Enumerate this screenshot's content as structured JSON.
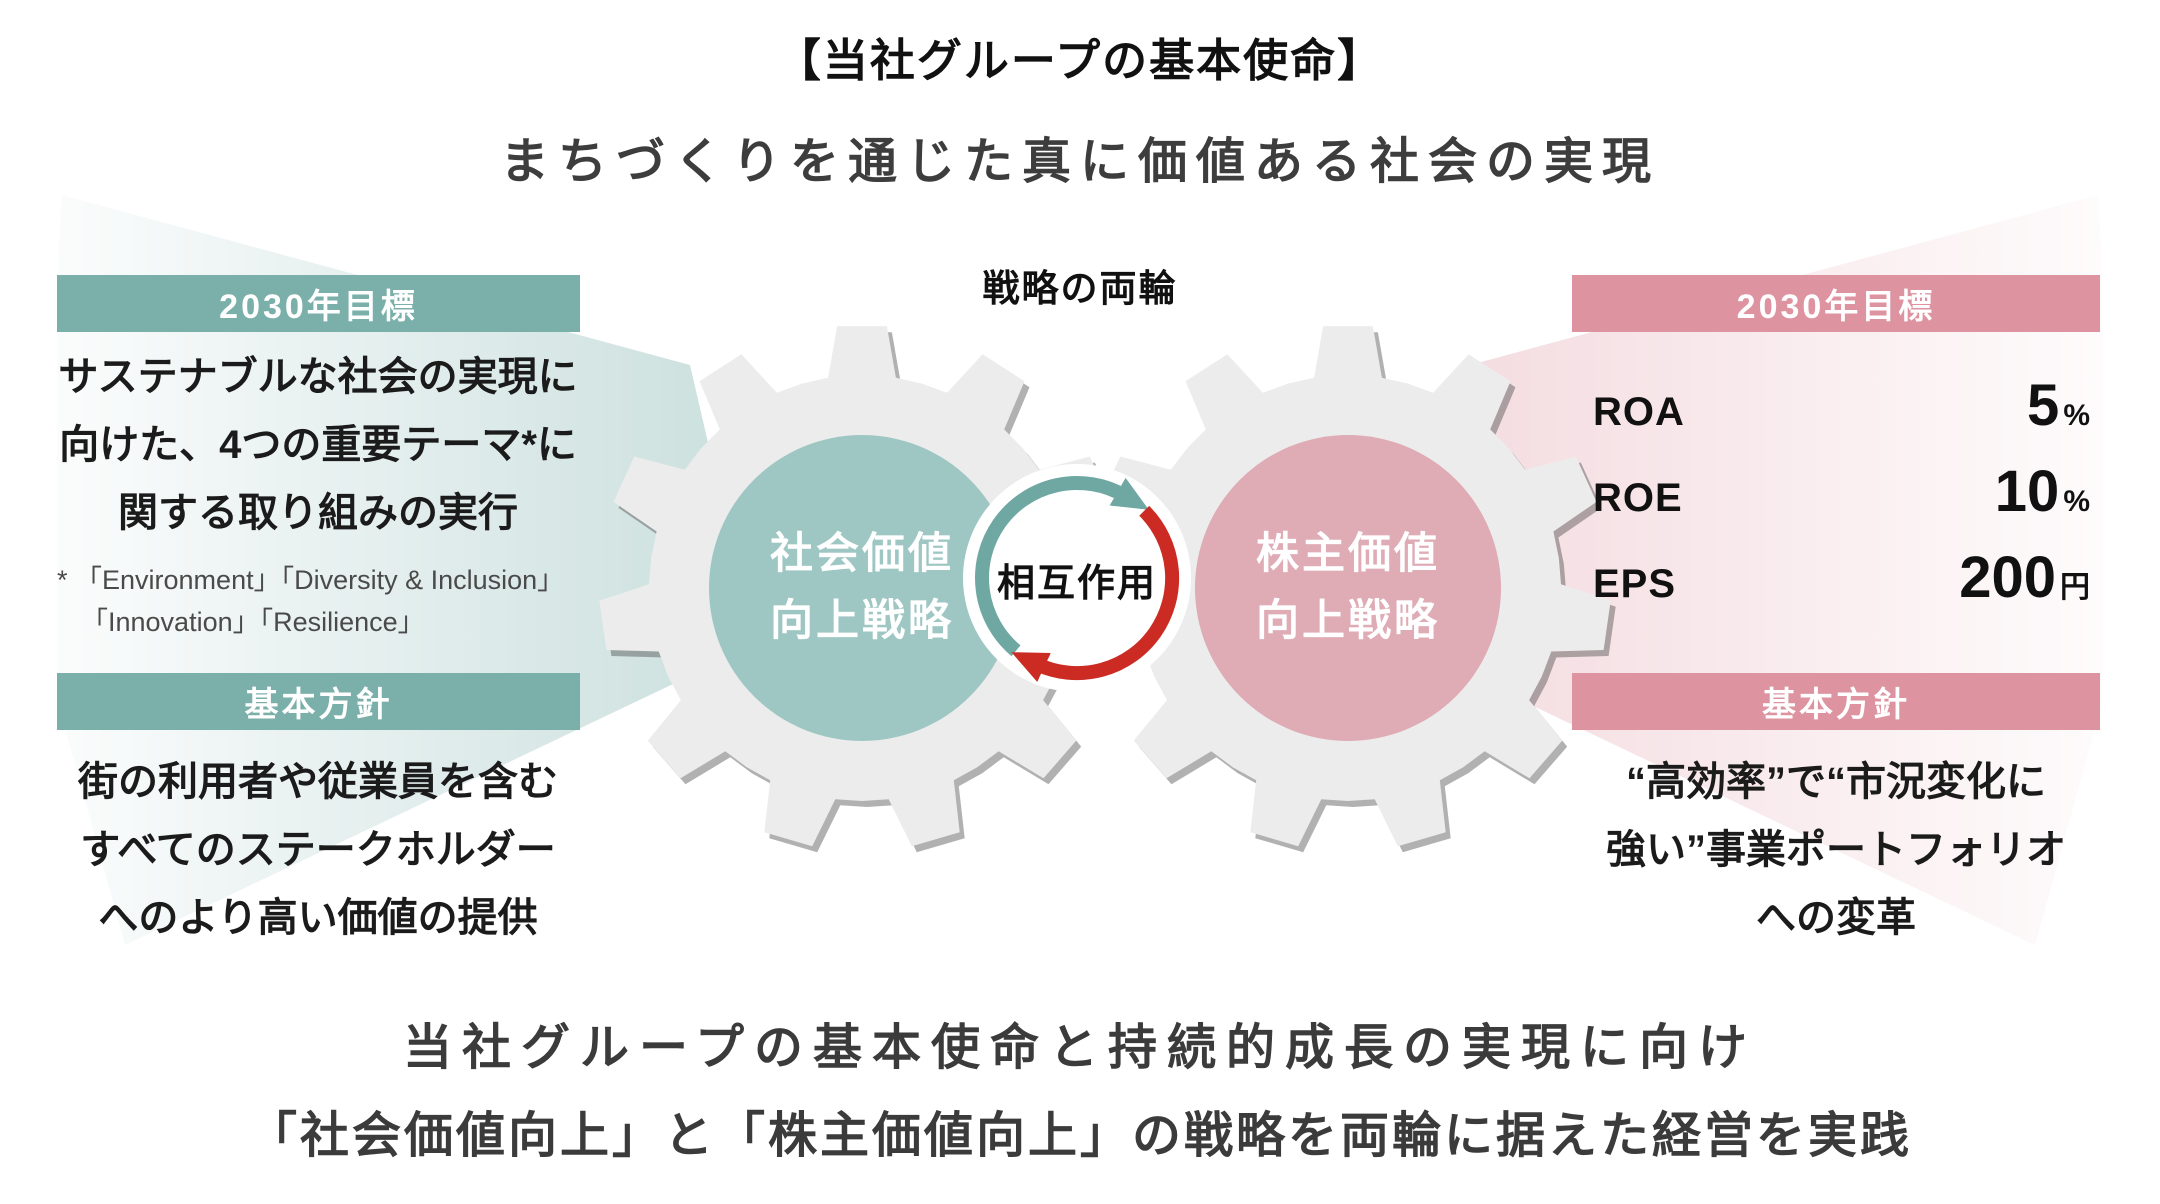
{
  "title": "【当社グループの基本使命】",
  "subtitle": "まちづくりを通じた真に価値ある社会の実現",
  "center": {
    "wheel_label": "戦略の両輪",
    "left_gear": {
      "line1": "社会価値",
      "line2": "向上戦略"
    },
    "right_gear": {
      "line1": "株主価値",
      "line2": "向上戦略"
    },
    "interaction_label": "相互作用"
  },
  "left_panel": {
    "goal_header": "2030年目標",
    "goal_body": {
      "line1": "サステナブルな社会の実現に",
      "line2": "向けた、4つの重要テーマ*に",
      "line3": "関する取り組みの実行"
    },
    "footnote": {
      "line1": "* 「Environment」「Diversity & Inclusion」",
      "line2": "「Innovation」「Resilience」"
    },
    "policy_header": "基本方針",
    "policy_body": {
      "line1": "街の利用者や従業員を含む",
      "line2": "すべてのステークホルダー",
      "line3": "へのより高い価値の提供"
    }
  },
  "right_panel": {
    "goal_header": "2030年目標",
    "metrics": [
      {
        "label": "ROA",
        "value": "5",
        "unit": "%"
      },
      {
        "label": "ROE",
        "value": "10",
        "unit": "%"
      },
      {
        "label": "EPS",
        "value": "200",
        "unit": "円"
      }
    ],
    "policy_header": "基本方針",
    "policy_body": {
      "line1": "“高効率”で“市況変化に",
      "line2": "強い”事業ポートフォリオ",
      "line3": "への変革"
    }
  },
  "footer": {
    "line1": "当社グループの基本使命と持続的成長の実現に向け",
    "line2": "「社会価値向上」と「株主価値向上」の戦略を両輪に据えた経営を実践"
  },
  "colors": {
    "teal": "#7aafaa",
    "teal_light": "#9ec7c4",
    "pink": "#dd93a0",
    "pink_light": "#dfabb5",
    "arrow_teal": "#6fa8a3",
    "arrow_red": "#cc2b24",
    "gear_gray": "#ececec"
  }
}
